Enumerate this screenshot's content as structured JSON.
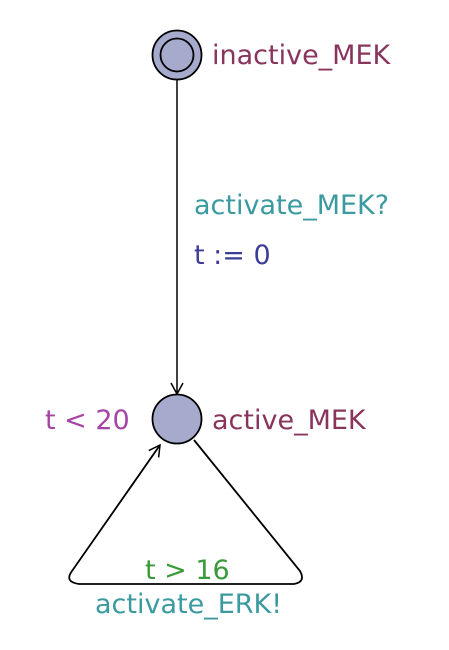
{
  "colors": {
    "location_fill": "#a6abcd",
    "location_stroke": "#000000",
    "location_name": "#88345c",
    "synchronisation": "#3b9aa0",
    "assignment": "#3d3d99",
    "invariant": "#a644a6",
    "guard": "#3a9a3a",
    "edge": "#000000"
  },
  "locations": [
    {
      "id": "inactive",
      "name": "inactive_MEK",
      "initial": true
    },
    {
      "id": "active",
      "name": "active_MEK",
      "initial": false,
      "invariant": "t < 20"
    }
  ],
  "edges": [
    {
      "from": "inactive",
      "to": "active",
      "synchronisation": "activate_MEK?",
      "update": "t := 0"
    },
    {
      "from": "active",
      "to": "active",
      "guard": "t > 16",
      "synchronisation": "activate_ERK!"
    }
  ]
}
